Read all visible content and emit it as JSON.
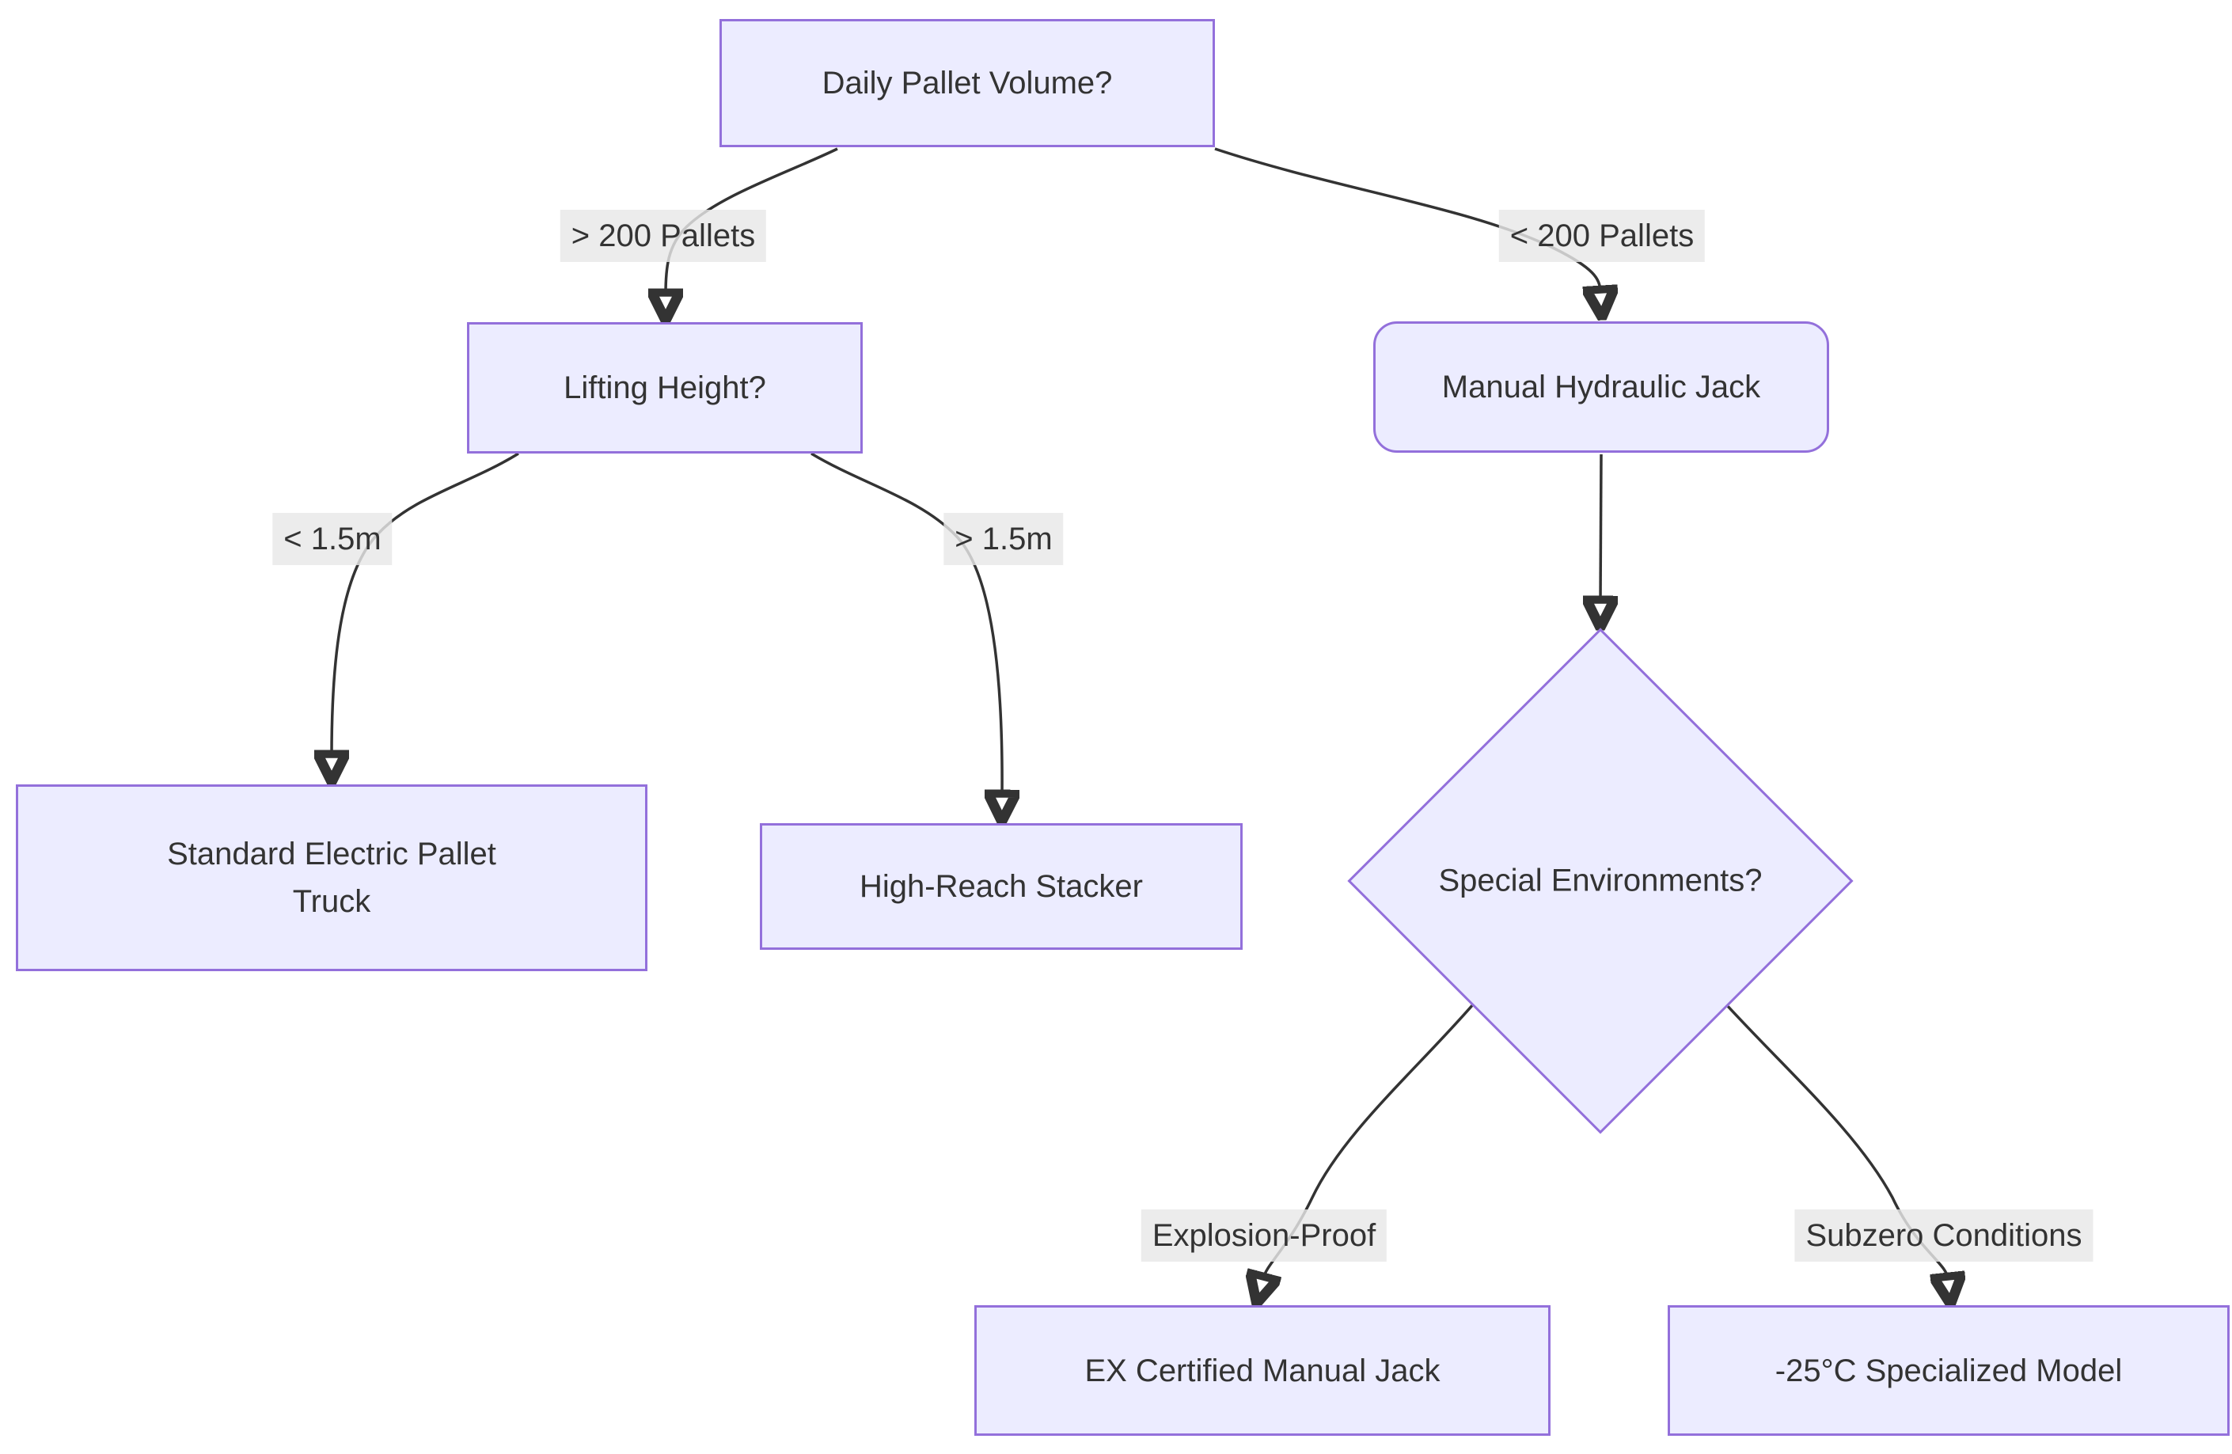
{
  "diagram": {
    "type": "flowchart",
    "direction": "top-down",
    "nodes": [
      {
        "id": "A",
        "label": "Daily Pallet Volume?",
        "shape": "rectangle"
      },
      {
        "id": "B",
        "label": "Lifting Height?",
        "shape": "rectangle"
      },
      {
        "id": "C",
        "label": "Manual Hydraulic Jack",
        "shape": "rounded-rectangle"
      },
      {
        "id": "D",
        "label": "Standard Electric Pallet\nTruck",
        "shape": "rectangle"
      },
      {
        "id": "E",
        "label": "High-Reach Stacker",
        "shape": "rectangle"
      },
      {
        "id": "F",
        "label": "Special Environments?",
        "shape": "diamond"
      },
      {
        "id": "G",
        "label": "EX Certified Manual Jack",
        "shape": "rectangle"
      },
      {
        "id": "H",
        "label": "-25°C Specialized Model",
        "shape": "rectangle"
      }
    ],
    "edges": [
      {
        "from": "A",
        "to": "B",
        "label": "> 200 Pallets"
      },
      {
        "from": "A",
        "to": "C",
        "label": "< 200 Pallets"
      },
      {
        "from": "B",
        "to": "D",
        "label": "< 1.5m"
      },
      {
        "from": "B",
        "to": "E",
        "label": "> 1.5m"
      },
      {
        "from": "C",
        "to": "F",
        "label": ""
      },
      {
        "from": "F",
        "to": "G",
        "label": "Explosion-Proof"
      },
      {
        "from": "F",
        "to": "H",
        "label": "Subzero Conditions"
      }
    ],
    "colors": {
      "node_fill": "#ECECFF",
      "node_border": "#9370DB",
      "edge_color": "#333333",
      "text_color": "#333333",
      "label_bg": "rgba(232,232,232,0.82)"
    }
  }
}
